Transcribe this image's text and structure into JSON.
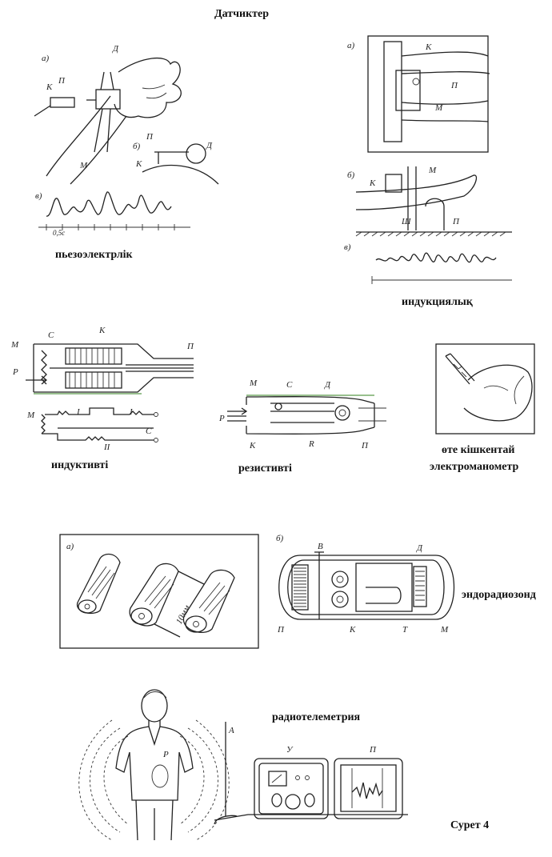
{
  "title": "Датчиктер",
  "captions": {
    "piezo": "пьезоэлектрлік",
    "induction": "индукциялық",
    "inductive": "индуктивті",
    "resistive": "резистивті",
    "micro_line1": "өте кішкентай",
    "micro_line2": "электроманометр",
    "endo": "эндорадиозонд",
    "radio": "радиотелеметрия",
    "figure": "Сурет 4"
  },
  "labels": {
    "a": "а)",
    "b": "б)",
    "v": "в)",
    "D": "Д",
    "K": "К",
    "P": "П",
    "M": "М",
    "C": "С",
    "Sh": "Ш",
    "R": "R",
    "Pin": "P",
    "I": "I",
    "II": "II",
    "A": "А",
    "U": "У",
    "B": "В",
    "T": "Т",
    "size": "10мм",
    "scale": "0,5с"
  }
}
